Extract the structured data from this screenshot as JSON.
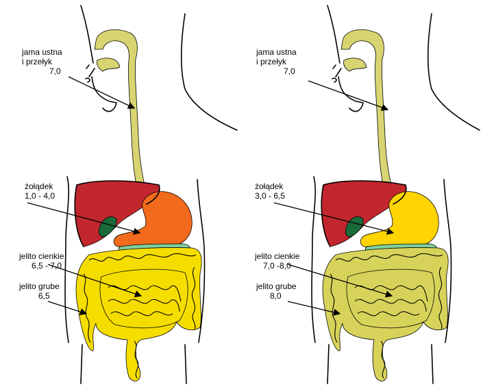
{
  "colors": {
    "esophagus": "#d8d472",
    "liver": "#c1272d",
    "gallbladder": "#1a6b3a",
    "pancreas": "#7fcf9a",
    "stomach_left": "#f26a1b",
    "intestine_left": "#f6dd00",
    "stomach_right": "#ffd400",
    "intestine_right": "#d7d35a"
  },
  "left": {
    "mouth_label": "jama ustna",
    "mouth_label2": "i przełyk",
    "mouth_ph": "7,0",
    "stomach_label": "żołądek",
    "stomach_ph": "1,0 - 4,0",
    "small_label": "jelito cienkie",
    "small_ph": "6,5 - 7,0",
    "large_label": "jelito grube",
    "large_ph": "6,5"
  },
  "right": {
    "mouth_label": "jama ustna",
    "mouth_label2": "i przełyk",
    "mouth_ph": "7,0",
    "stomach_label": "żołądek",
    "stomach_ph": "3,0 - 6,5",
    "small_label": "jelito cienkie",
    "small_ph": "7,0 -8,0",
    "large_label": "jelito grube",
    "large_ph": "8,0"
  }
}
